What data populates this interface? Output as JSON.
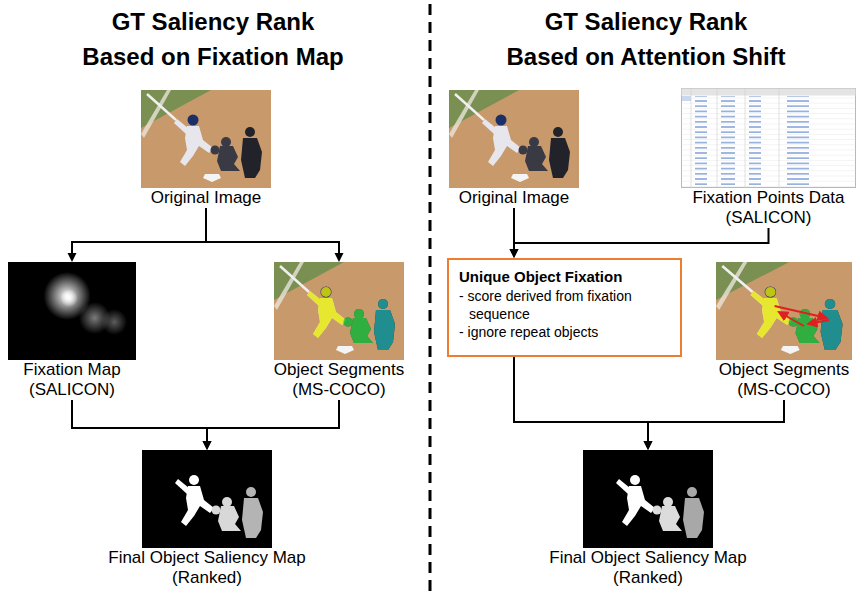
{
  "diagram": {
    "nodes": [
      {
        "text": [
          "Original Image"
        ]
      },
      {
        "text": [
          "Fixation Map (SALICON)"
        ]
      },
      {
        "text": [
          "Object Segments (MS-COCO)"
        ]
      },
      {
        "text": [
          "Final Object Saliency Map (Ranked)"
        ]
      },
      {
        "text": [
          "Original Image"
        ]
      },
      {
        "text": [
          "Fixation Points Data (SALICON)"
        ]
      },
      {
        "text": [
          "Unique Object Fixation",
          "- score derived from fixation sequence",
          "- ignore repeat objects"
        ]
      },
      {
        "text": [
          "Object Segments (MS-COCO)"
        ]
      },
      {
        "text": [
          "Final Object Saliency Map (Ranked)"
        ]
      }
    ],
    "edges": [
      {
        "from": 0,
        "to": 1,
        "arrow": "to"
      },
      {
        "from": 0,
        "to": 2,
        "arrow": "to"
      },
      {
        "from": 1,
        "to": 3,
        "arrow": "to"
      },
      {
        "from": 2,
        "to": 3,
        "arrow": "to"
      },
      {
        "from": 4,
        "to": 6,
        "arrow": "to"
      },
      {
        "from": 5,
        "to": 6,
        "arrow": "to"
      },
      {
        "from": 6,
        "to": 8,
        "arrow": "to"
      },
      {
        "from": 7,
        "to": 8,
        "arrow": "to"
      }
    ],
    "labels": [
      "GT Saliency Rank",
      "Based on Fixation Map",
      "GT Saliency Rank",
      "Based on Attention Shift"
    ]
  }
}
